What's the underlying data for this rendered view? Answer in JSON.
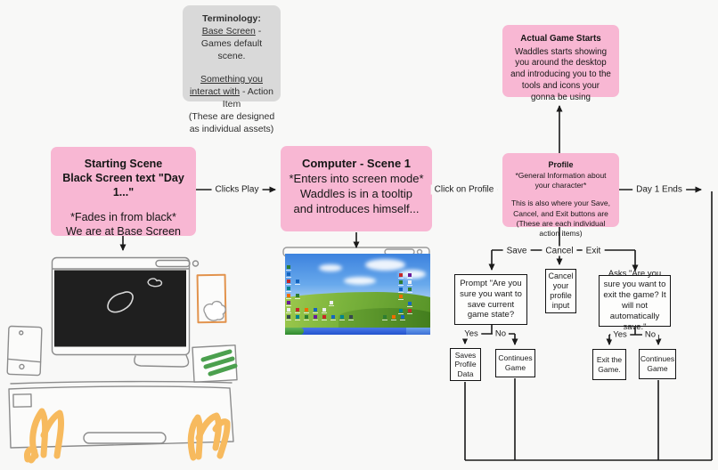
{
  "terminology": {
    "title": "Terminology:",
    "term1": "Base Screen",
    "term1_rest": " - Games default scene.",
    "term2": "Something you interact with",
    "term2_rest": " - Action Item",
    "note": "(These are designed as individual assets)"
  },
  "starting_scene": {
    "title1": "Starting Scene",
    "title2": "Black Screen text \"Day 1...\"",
    "body1": "*Fades in from black*",
    "body2": "We are at Base Screen"
  },
  "computer_scene": {
    "title": "Computer - Scene 1",
    "body1": "*Enters into screen mode*",
    "body2": "Waddles is in a tooltip",
    "body3": "and introduces himself..."
  },
  "profile": {
    "title": "Profile",
    "subtitle": "*General Information about your character*",
    "body": "This is also where your Save, Cancel, and Exit buttons are (These are each individual action items)"
  },
  "actual_game_starts": {
    "title": "Actual Game Starts",
    "body": "Waddles starts showing you around the desktop and introducing you to the tools and icons your gonna be using"
  },
  "flow_boxes": {
    "save_prompt": "Prompt \"Are you sure you want to save current game state?",
    "cancel_input": "Cancel your profile input",
    "exit_prompt": "Asks \"Are you sure you want to exit the game? It will not automatically save.\"",
    "saves_profile": "Saves Profile Data",
    "continues_game_left": "Continues Game",
    "exit_game": "Exit the Game.",
    "continues_game_right": "Continues Game"
  },
  "edge_labels": {
    "clicks_play": "Clicks Play",
    "click_on_profile": "Click on Profile",
    "save": "Save",
    "cancel": "Cancel",
    "exit": "Exit",
    "yes_save": "Yes",
    "no_save": "No",
    "yes_exit": "Yes",
    "no_exit": "No",
    "day1_ends": "Day 1 Ends"
  },
  "colors": {
    "sticky_pink": "#f8b7d3",
    "note_gray": "#d9d9d9",
    "line_black": "#1a1a1a",
    "sketch_gray": "#8c8c8c",
    "sketch_orange": "#e2934d",
    "sketch_green": "#4ba04e",
    "sketch_yellow": "#f7ba5e",
    "xp_taskbar_blue": "#2353cd",
    "xp_start_green": "#2f8a2b"
  },
  "xp_desktop": {
    "icons": [
      [
        2,
        13,
        "#2e7d32"
      ],
      [
        2,
        21,
        "#1565c0"
      ],
      [
        2,
        29,
        "#c62828"
      ],
      [
        2,
        37,
        "#00838f"
      ],
      [
        2,
        45,
        "#ef6c00"
      ],
      [
        2,
        53,
        "#6a1b9a"
      ],
      [
        2,
        61,
        "#eceff1"
      ],
      [
        2,
        69,
        "#37474f"
      ],
      [
        12,
        29,
        "#1565c0"
      ],
      [
        12,
        45,
        "#2e7d32"
      ],
      [
        12,
        61,
        "#c62828"
      ],
      [
        12,
        69,
        "#00838f"
      ],
      [
        22,
        61,
        "#ef6c00"
      ],
      [
        32,
        61,
        "#1565c0"
      ],
      [
        42,
        61,
        "#eceff1"
      ],
      [
        22,
        69,
        "#2e7d32"
      ],
      [
        32,
        69,
        "#6a1b9a"
      ],
      [
        42,
        69,
        "#c62828"
      ],
      [
        52,
        69,
        "#1565c0"
      ],
      [
        62,
        69,
        "#00838f"
      ],
      [
        72,
        69,
        "#37474f"
      ],
      [
        50,
        53,
        "#eceff1"
      ],
      [
        128,
        22,
        "#c62828"
      ],
      [
        128,
        30,
        "#2e7d32"
      ],
      [
        128,
        38,
        "#1565c0"
      ],
      [
        128,
        46,
        "#ef6c00"
      ],
      [
        128,
        62,
        "#00838f"
      ],
      [
        138,
        22,
        "#6a1b9a"
      ],
      [
        138,
        30,
        "#eceff1"
      ],
      [
        138,
        38,
        "#2e7d32"
      ],
      [
        138,
        54,
        "#1565c0"
      ],
      [
        138,
        62,
        "#c62828"
      ],
      [
        110,
        69,
        "#2e7d32"
      ],
      [
        120,
        69,
        "#ef6c00"
      ],
      [
        130,
        69,
        "#1565c0"
      ]
    ]
  }
}
